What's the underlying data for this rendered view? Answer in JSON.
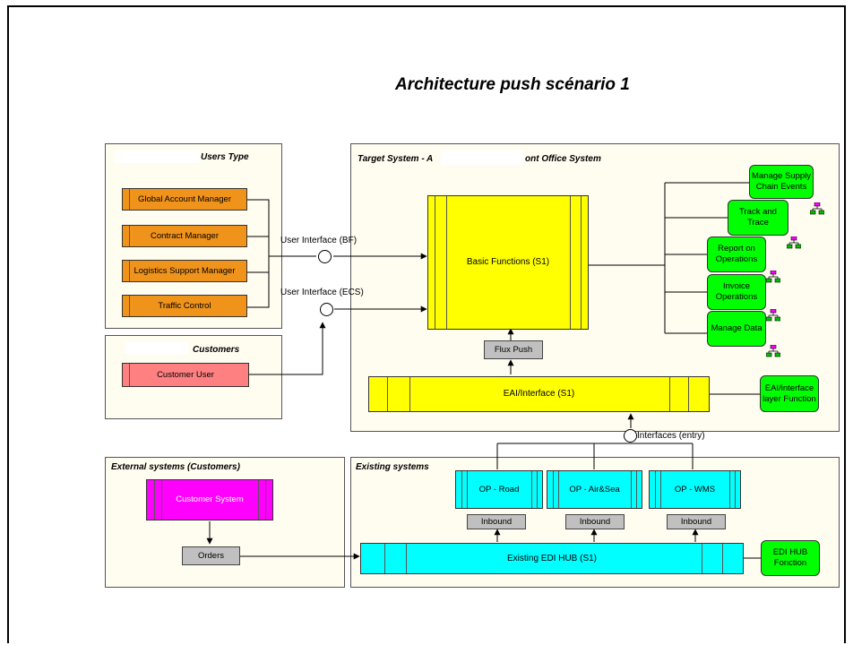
{
  "title": "Architecture push scénario 1",
  "panels": {
    "users": {
      "title": "Users Type"
    },
    "customers": {
      "title": "Customers"
    },
    "target": {
      "title": "Target System - A",
      "title_suffix": "ont Office System"
    },
    "external": {
      "title": "External systems (Customers)"
    },
    "existing": {
      "title": "Existing systems"
    }
  },
  "roles": [
    "Global Account Manager",
    "Contract Manager",
    "Logistics Support Manager",
    "Traffic Control"
  ],
  "customer_user": "Customer User",
  "interfaces": {
    "bf": "User Interface (BF)",
    "ecs": "User Interface (ECS)",
    "entry": "Interfaces (entry)"
  },
  "basic_functions": "Basic Functions (S1)",
  "flux_push": "Flux Push",
  "eai": "EAI/Interface (S1)",
  "eai_function": "EAI/interface layer Function",
  "functions": [
    "Manage Supply Chain Events",
    "Track and Trace",
    "Report on Operations",
    "Invoice Operations",
    "Manage Data"
  ],
  "customer_system": "Customer System",
  "orders": "Orders",
  "op_systems": [
    "OP - Road",
    "OP - Air&Sea",
    "OP - WMS"
  ],
  "inbound": "Inbound",
  "edi_hub": "Existing EDI HUB (S1)",
  "edi_hub_function": "EDI HUB Fonction",
  "colors": {
    "orange": "#f0931a",
    "yellow": "#ffff00",
    "cyan": "#00ffff",
    "magenta": "#ff00ff",
    "green": "#00ff00",
    "grey": "#c0c0c0",
    "pink": "#ff8080",
    "panel": "#fffcf0"
  }
}
